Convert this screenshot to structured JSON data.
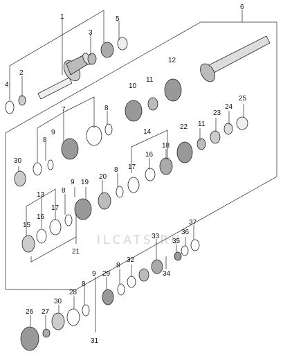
{
  "watermark": "ILCATS.RU",
  "callouts": {
    "c1": "1",
    "c2": "2",
    "c3": "3",
    "c4": "4",
    "c5": "5",
    "c6": "6",
    "c7": "7",
    "c8a": "8",
    "c9a": "9",
    "c8b": "8",
    "c10": "10",
    "c11a": "11",
    "c12": "12",
    "c30a": "30",
    "c14": "14",
    "c22": "22",
    "c11b": "11",
    "c23": "23",
    "c24": "24",
    "c25": "25",
    "c16a": "16",
    "c17a": "17",
    "c18": "18",
    "c9b": "9",
    "c19": "19",
    "c20": "20",
    "c8c": "8",
    "c8d": "8",
    "c13": "13",
    "c17b": "17",
    "c15": "15",
    "c16b": "16",
    "c21": "21",
    "c33": "33",
    "c37": "37",
    "c36": "36",
    "c35": "35",
    "c32": "32",
    "c34": "34",
    "c9c": "9",
    "c8e": "8",
    "c29": "29",
    "c28": "28",
    "c8f": "8",
    "c30b": "30",
    "c26": "26",
    "c27": "27",
    "c31": "31"
  }
}
